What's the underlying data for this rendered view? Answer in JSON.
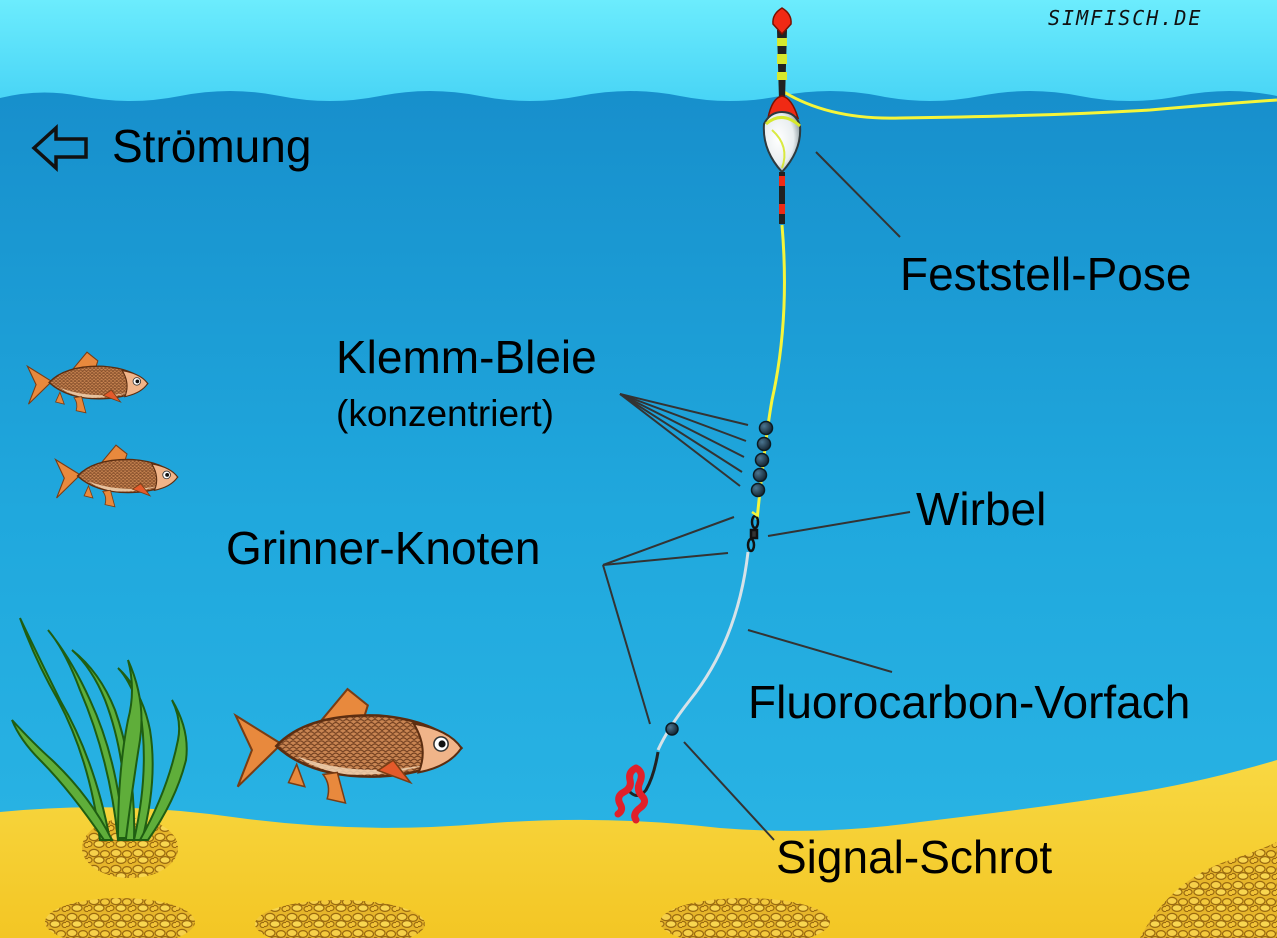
{
  "watermark": "SIMFISCH.DE",
  "current": {
    "label": "Strömung",
    "icon": "left-arrow-icon"
  },
  "labels": {
    "float": "Feststell-Pose",
    "split_shot": "Klemm-Bleie",
    "split_shot_note": "(konzentriert)",
    "grinner_knot": "Grinner-Knoten",
    "swivel": "Wirbel",
    "leader": "Fluorocarbon-Vorfach",
    "signal_shot": "Signal-Schrot"
  },
  "colors": {
    "sky": "#5ce6fb",
    "water": "#1fa6dc",
    "sand": "#f7d23a",
    "main_line": "#f5f53a",
    "float_tip": "#f02a14",
    "fluorocarbon": "#d7e2e8",
    "weed": "#5fae3a",
    "fish": "#c98552"
  }
}
